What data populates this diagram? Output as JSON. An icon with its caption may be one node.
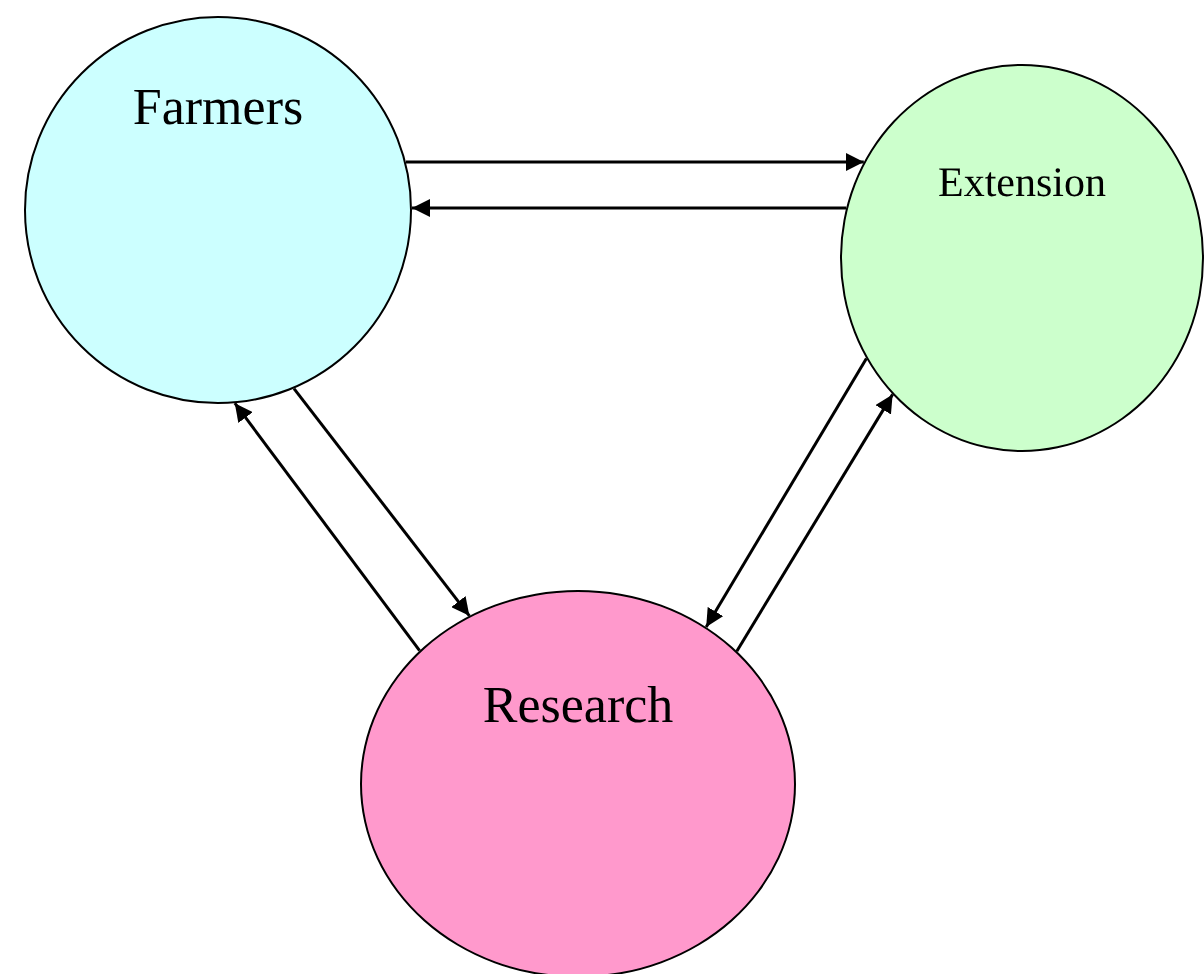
{
  "diagram": {
    "nodes": [
      {
        "text": [
          "Farmers"
        ]
      },
      {
        "text": [
          "Extension"
        ]
      },
      {
        "text": [
          "Research"
        ]
      }
    ],
    "edges": [
      {
        "from": 0,
        "to": 1,
        "arrow": "to"
      },
      {
        "from": 1,
        "to": 0,
        "arrow": "to"
      },
      {
        "from": 0,
        "to": 2,
        "arrow": "to"
      },
      {
        "from": 2,
        "to": 0,
        "arrow": "to"
      },
      {
        "from": 1,
        "to": 2,
        "arrow": "to"
      },
      {
        "from": 2,
        "to": 1,
        "arrow": "to"
      }
    ]
  }
}
